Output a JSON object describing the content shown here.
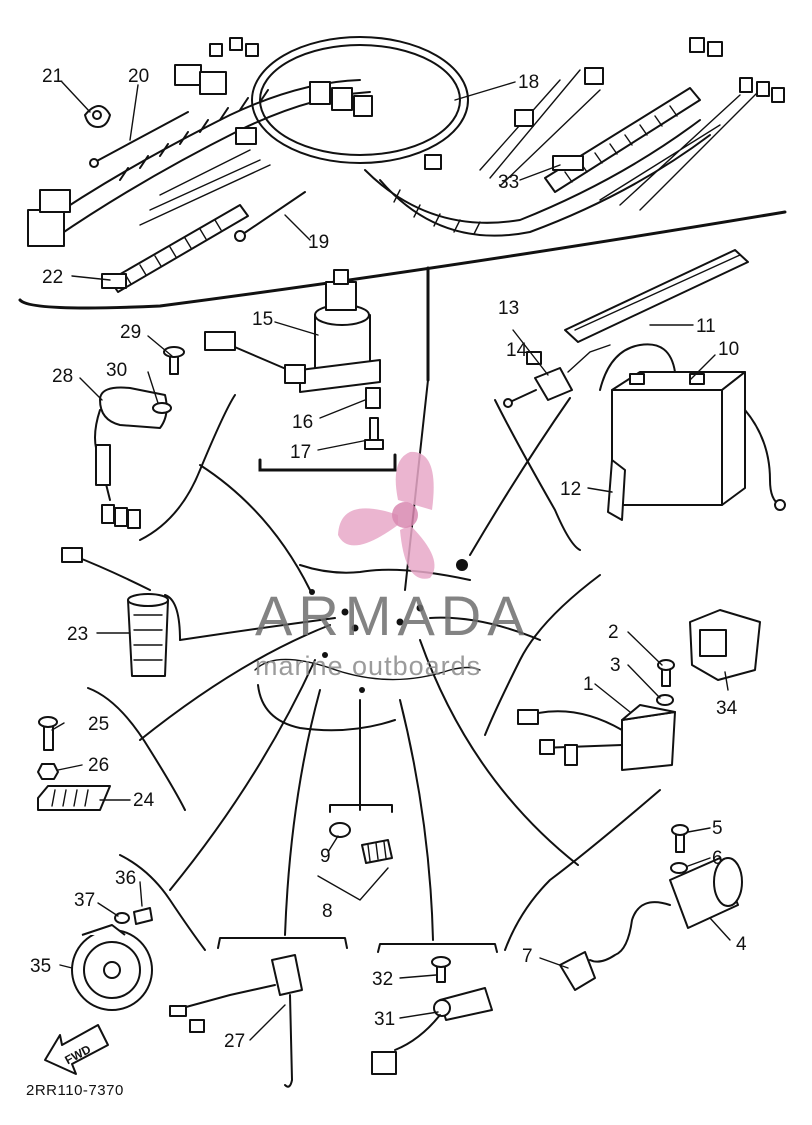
{
  "callouts": {
    "n1": "1",
    "n2": "2",
    "n3": "3",
    "n4": "4",
    "n5": "5",
    "n6": "6",
    "n7": "7",
    "n8": "8",
    "n9": "9",
    "n10": "10",
    "n11": "11",
    "n12": "12",
    "n13": "13",
    "n14": "14",
    "n15": "15",
    "n16": "16",
    "n17": "17",
    "n18": "18",
    "n19": "19",
    "n20": "20",
    "n21": "21",
    "n22": "22",
    "n23": "23",
    "n24": "24",
    "n25": "25",
    "n26": "26",
    "n27": "27",
    "n28": "28",
    "n29": "29",
    "n30": "30",
    "n31": "31",
    "n32": "32",
    "n33": "33",
    "n34": "34",
    "n35": "35",
    "n36": "36",
    "n37": "37"
  },
  "diagram_code": "2RR110-7370",
  "fwd_label": "FWD",
  "watermark": {
    "brand": "ARMADA",
    "tagline": "marine outboards",
    "logo_color": "#e8a8c8",
    "text_color": "#6d6d6d"
  }
}
